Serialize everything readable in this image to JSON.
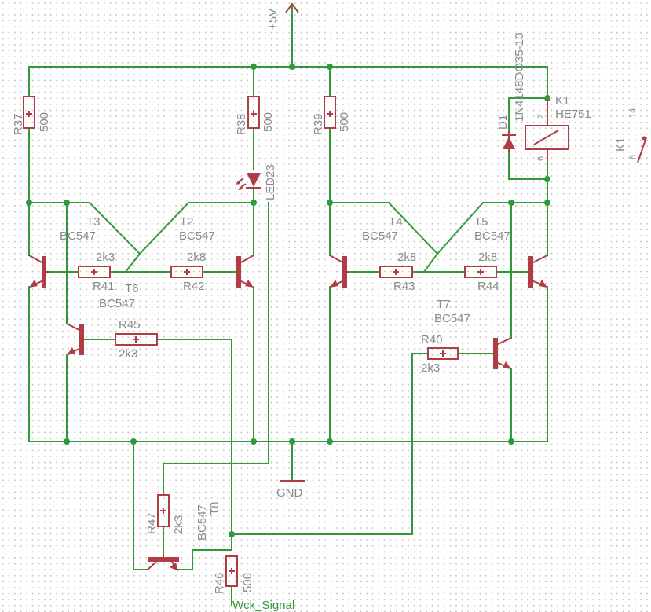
{
  "supply": {
    "vcc": "+5V",
    "gnd": "GND"
  },
  "signal": "Wck_Signal",
  "resistors": [
    {
      "ref": "R37",
      "value": "500"
    },
    {
      "ref": "R38",
      "value": "500"
    },
    {
      "ref": "R39",
      "value": "500"
    },
    {
      "ref": "R41",
      "value": "2k3"
    },
    {
      "ref": "R42",
      "value": "2k8"
    },
    {
      "ref": "R43",
      "value": "2k8"
    },
    {
      "ref": "R44",
      "value": "2k8"
    },
    {
      "ref": "R45",
      "value": "2k3"
    },
    {
      "ref": "R40",
      "value": "2k3"
    },
    {
      "ref": "R47",
      "value": "2k3"
    },
    {
      "ref": "R46",
      "value": "500"
    }
  ],
  "transistors": [
    {
      "ref": "T3",
      "type": "BC547"
    },
    {
      "ref": "T2",
      "type": "BC547"
    },
    {
      "ref": "T6",
      "type": "BC547"
    },
    {
      "ref": "T4",
      "type": "BC547"
    },
    {
      "ref": "T5",
      "type": "BC547"
    },
    {
      "ref": "T7",
      "type": "BC547"
    },
    {
      "ref": "T8",
      "type": "BC547"
    }
  ],
  "led": {
    "ref": "LED23"
  },
  "diode": {
    "ref": "D1",
    "type": "1N4148DO35-10"
  },
  "relay": {
    "ref": "K1",
    "type": "HE751",
    "coil_pins": [
      "2",
      "6"
    ],
    "contact_pins": [
      "14",
      "8"
    ]
  }
}
